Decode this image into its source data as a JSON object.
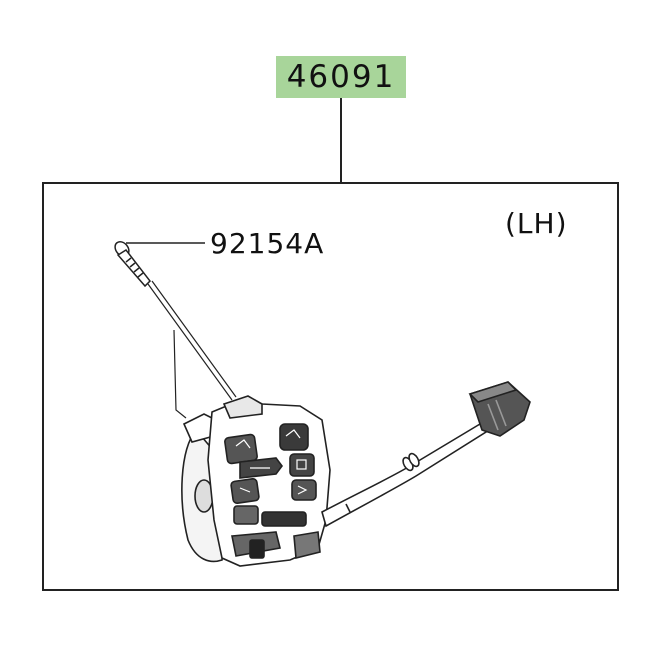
{
  "diagram": {
    "main_part_number": "46091",
    "screw_part_number": "92154A",
    "side_label": "(LH)",
    "highlight_color": "#a8d59a",
    "line_color": "#222222"
  }
}
